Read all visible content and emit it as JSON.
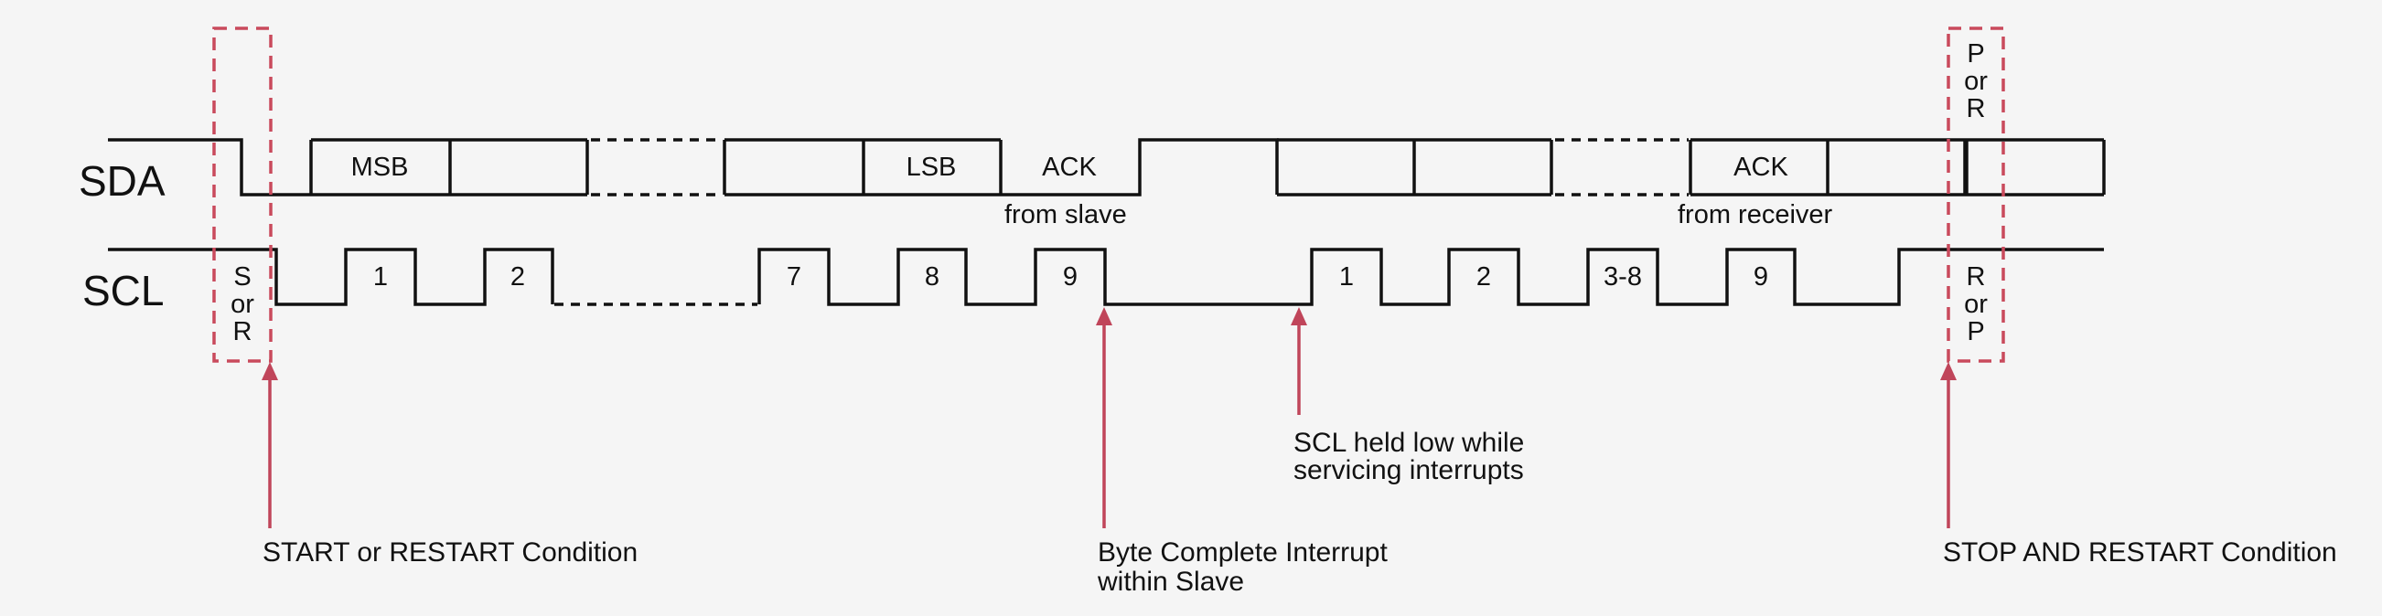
{
  "signals": {
    "sda": "SDA",
    "scl": "SCL"
  },
  "sda_fields": {
    "msb": "MSB",
    "lsb": "LSB",
    "ack1": "ACK",
    "ack2": "ACK"
  },
  "sda_notes": {
    "from_slave": "from slave",
    "from_receiver": "from receiver"
  },
  "scl_pulses": [
    "1",
    "2",
    "7",
    "8",
    "9",
    "1",
    "2",
    "3-8",
    "9"
  ],
  "condition_start": {
    "line1": "S",
    "line2": "or",
    "line3": "R"
  },
  "condition_end_sda": {
    "line1": "P",
    "line2": "or",
    "line3": "R"
  },
  "condition_end_scl": {
    "line1": "R",
    "line2": "or",
    "line3": "P"
  },
  "annotations": {
    "start": "START or RESTART Condition",
    "byte_complete_1": "Byte Complete Interrupt",
    "byte_complete_2": "within Slave",
    "scl_held_1": "SCL held low while",
    "scl_held_2": "servicing interrupts",
    "stop_restart": "STOP AND RESTART Condition"
  },
  "colors": {
    "signal": "#111111",
    "highlight": "#c0455a",
    "background": "#f5f5f5"
  }
}
